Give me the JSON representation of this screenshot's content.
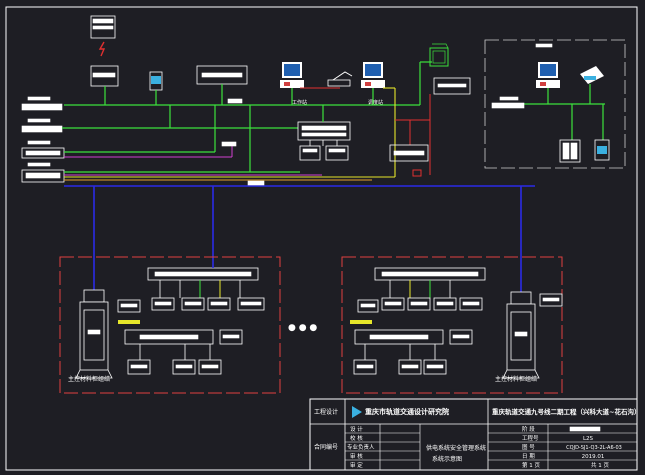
{
  "colors": {
    "background": "#1e1e24",
    "green_bus": "#3ce23c",
    "blue_bus": "#2a2ae6",
    "yellow_line": "#e6e62a",
    "magenta_line": "#d040d0",
    "red_line": "#e03030",
    "red_dash_frame": "#e04040",
    "logo_blue": "#3ab0e0"
  },
  "icons": [
    "monitor-workstation-icon",
    "server-icon",
    "switch-icon",
    "router-icon",
    "lightning-icon",
    "printer-icon",
    "cabinet-icon",
    "turnstile-icon",
    "logo-icon"
  ],
  "labels": {
    "node_left": "主控材料柜组结",
    "node_right": "主控材料柜组结",
    "ellipsis": "● ● ●",
    "ws_caption_1": "工作站",
    "ws_caption_2": "调度站"
  },
  "title_block": {
    "left_col_1": "工程设计",
    "left_col_2": "合同编号",
    "company": "重庆市轨道交通设计研究院",
    "project": "重庆轨道交通九号线二期工程（兴科大道~花石沟）",
    "roles": [
      "设  计",
      "校  核",
      "专业负责人",
      "审  核",
      "审  定"
    ],
    "drawing_title_1": "供电系统安全管理系统",
    "drawing_title_2": "系统示意图",
    "field_labels": [
      "阶  段",
      "工程号",
      "图  号",
      "日  期",
      "第 1 页"
    ],
    "field_values": [
      "",
      "L2S",
      "CQJD-SJ1-Q3-2L-A6-03",
      "2019.01",
      "共 1 页"
    ]
  }
}
